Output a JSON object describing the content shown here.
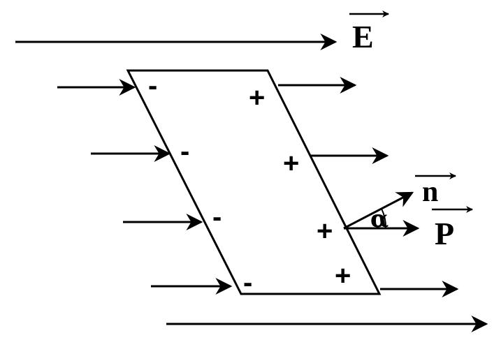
{
  "labels": {
    "field": "E",
    "normal": "n",
    "polarization": "P",
    "angle": "α"
  },
  "charges": {
    "left": [
      "-",
      "-",
      "-",
      "-"
    ],
    "right": [
      "+",
      "+",
      "+",
      "+"
    ]
  }
}
